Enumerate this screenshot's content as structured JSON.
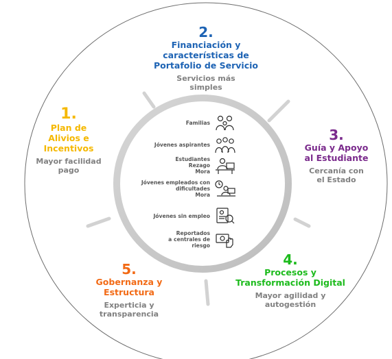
{
  "colors": {
    "seg1": "#f5b800",
    "seg2": "#1d63b4",
    "seg3": "#7a2a8c",
    "seg4": "#1dbb1d",
    "seg5": "#f26a15",
    "ring": "#c9c9c9",
    "spoke": "#d0d0d0",
    "sub": "#808080"
  },
  "segments": [
    {
      "number": "2.",
      "title_lines": [
        "Financiación y",
        "características de",
        "Portafolio de Servicio"
      ],
      "sub_lines": [
        "Servicios más",
        "simples"
      ]
    },
    {
      "number": "1.",
      "title_lines": [
        "Plan de",
        "Alivios e",
        "Incentivos"
      ],
      "sub_lines": [
        "Mayor facilidad",
        "pago"
      ]
    },
    {
      "number": "3.",
      "title_lines": [
        "Guía y Apoyo",
        "al Estudiante"
      ],
      "sub_lines": [
        "Cercanía con",
        "el Estado"
      ]
    },
    {
      "number": "4.",
      "title_lines": [
        "Procesos y",
        "Transformación Digital"
      ],
      "sub_lines": [
        "Mayor agilidad y",
        "autogestión"
      ]
    },
    {
      "number": "5.",
      "title_lines": [
        "Gobernanza y",
        "Estructura"
      ],
      "sub_lines": [
        "Experticia y",
        "transparencia"
      ]
    }
  ],
  "center_items": [
    {
      "label_lines": [
        "Familias"
      ],
      "icon": "family-icon"
    },
    {
      "label_lines": [
        "Jóvenes aspirantes"
      ],
      "icon": "young-people-icon"
    },
    {
      "label_lines": [
        "Estudiantes",
        "Rezago",
        "Mora"
      ],
      "icon": "student-desk-icon"
    },
    {
      "label_lines": [
        "Jóvenes empleados con",
        "dificultades",
        "Mora"
      ],
      "icon": "employee-clock-icon"
    },
    {
      "label_lines": [
        "Jóvenes sin empleo"
      ],
      "icon": "job-search-icon"
    },
    {
      "label_lines": [
        "Reportados",
        "a centrales de",
        "riesgo"
      ],
      "icon": "money-hand-icon"
    }
  ]
}
